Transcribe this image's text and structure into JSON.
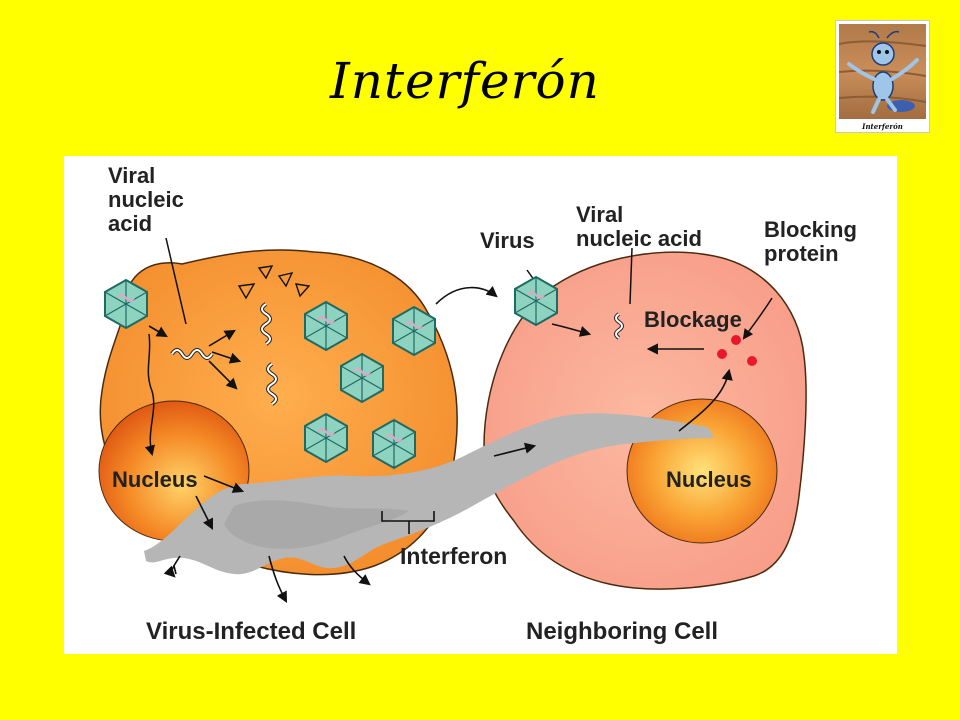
{
  "title": "Interferón",
  "thumbnail": {
    "caption": "Interferón"
  },
  "diagram": {
    "labels": {
      "viral_nucleic_acid_left": "Viral\nnucleic\nacid",
      "virus": "Virus",
      "viral_nucleic_acid_right": "Viral\nnucleic acid",
      "blocking_protein": "Blocking\nprotein",
      "blockage": "Blockage",
      "nucleus_left": "Nucleus",
      "nucleus_right": "Nucleus",
      "interferon": "Interferon",
      "virus_infected_cell": "Virus-Infected Cell",
      "neighboring_cell": "Neighboring Cell"
    },
    "colors": {
      "background": "#ffff00",
      "infected_cell": "#f59b3a",
      "neighbor_cell": "#f8a890",
      "nucleus": "#f2781c",
      "interferon": "#b4b4b4",
      "virus": "#8ed3c0",
      "blocking_protein": "#e8192c"
    }
  }
}
